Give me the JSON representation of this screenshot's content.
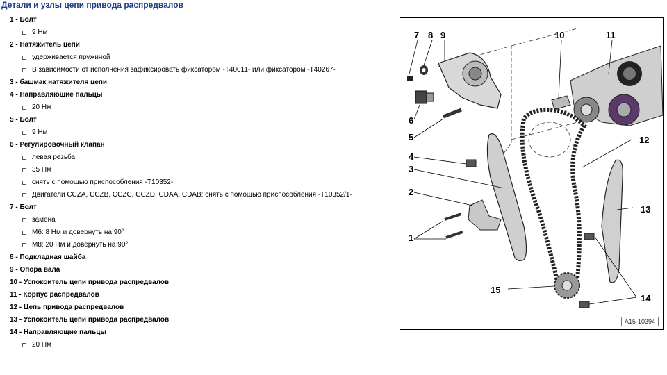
{
  "page": {
    "title": "Детали и узлы цепи привода распредвалов"
  },
  "parts": [
    {
      "num": "1",
      "name": "Болт",
      "notes": [
        "9 Нм"
      ]
    },
    {
      "num": "2",
      "name": "Натяжитель цепи",
      "notes": [
        "удерживается пружиной",
        "В зависимости от исполнения зафиксировать фиксатором -T40011- или фиксатором -T40267-"
      ]
    },
    {
      "num": "3",
      "name": "башмак натяжителя цепи",
      "notes": []
    },
    {
      "num": "4",
      "name": "Направляющие пальцы",
      "notes": [
        "20 Нм"
      ]
    },
    {
      "num": "5",
      "name": "Болт",
      "notes": [
        "9 Нм"
      ]
    },
    {
      "num": "6",
      "name": "Регулировочный клапан",
      "notes": [
        "левая резьба",
        "35 Нм",
        "снять с помощью приспособления -T10352-",
        "Двигатели CCZA, CCZB, CCZC, CCZD, CDAA, CDAB: снять с помощью приспособления -T10352/1-"
      ]
    },
    {
      "num": "7",
      "name": "Болт",
      "notes": [
        "замена",
        "M6: 8 Нм и довернуть на 90°",
        "M8: 20 Нм и довернуть на 90°"
      ]
    },
    {
      "num": "8",
      "name": "Подкладная шайба",
      "notes": []
    },
    {
      "num": "9",
      "name": "Опора вала",
      "notes": []
    },
    {
      "num": "10",
      "name": "Успокоитель цепи привода распредвалов",
      "notes": []
    },
    {
      "num": "11",
      "name": "Корпус распредвалов",
      "notes": []
    },
    {
      "num": "12",
      "name": "Цепь привода распредвалов",
      "notes": []
    },
    {
      "num": "13",
      "name": "Успокоитель цепи привода распредвалов",
      "notes": []
    },
    {
      "num": "14",
      "name": "Направляющие пальцы",
      "notes": [
        "20 Нм"
      ]
    }
  ],
  "figure": {
    "id": "A15-10394",
    "callouts": [
      "1",
      "2",
      "3",
      "4",
      "5",
      "6",
      "7",
      "8",
      "9",
      "10",
      "11",
      "12",
      "13",
      "14",
      "15"
    ]
  }
}
